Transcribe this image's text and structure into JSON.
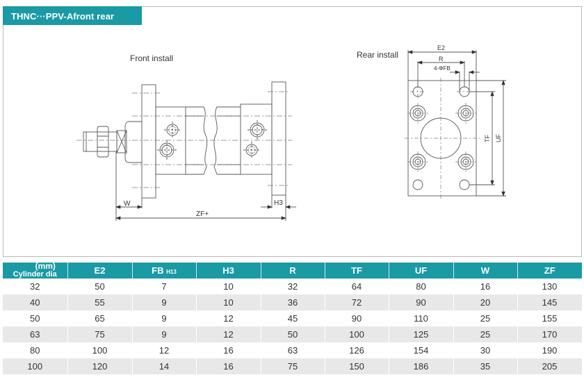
{
  "title": "THNC···PPV-Afront rear flange",
  "colors": {
    "accent": "#1a9aa5",
    "alt_row": "#e8e8e8",
    "line": "#555555"
  },
  "drawing": {
    "front_label": "Front install",
    "rear_label": "Rear install",
    "dims": {
      "W": "W",
      "ZF": "ZF+",
      "H3": "H3",
      "E2": "E2",
      "R": "R",
      "FB": "4-ΦFB",
      "TF": "TF",
      "UF": "UF"
    }
  },
  "table": {
    "unit_label": "(mm)",
    "first_col_label": "Cylinder dia",
    "headers": [
      {
        "main": "E2",
        "sub": ""
      },
      {
        "main": "FB",
        "sub": "H13"
      },
      {
        "main": "H3",
        "sub": ""
      },
      {
        "main": "R",
        "sub": ""
      },
      {
        "main": "TF",
        "sub": ""
      },
      {
        "main": "UF",
        "sub": ""
      },
      {
        "main": "W",
        "sub": ""
      },
      {
        "main": "ZF",
        "sub": ""
      }
    ],
    "rows": [
      [
        "32",
        "50",
        "7",
        "10",
        "32",
        "64",
        "80",
        "16",
        "130"
      ],
      [
        "40",
        "55",
        "9",
        "10",
        "36",
        "72",
        "90",
        "20",
        "145"
      ],
      [
        "50",
        "65",
        "9",
        "12",
        "45",
        "90",
        "110",
        "25",
        "155"
      ],
      [
        "63",
        "75",
        "9",
        "12",
        "50",
        "100",
        "125",
        "25",
        "170"
      ],
      [
        "80",
        "100",
        "12",
        "16",
        "63",
        "126",
        "154",
        "30",
        "190"
      ],
      [
        "100",
        "120",
        "14",
        "16",
        "75",
        "150",
        "186",
        "35",
        "205"
      ]
    ]
  }
}
